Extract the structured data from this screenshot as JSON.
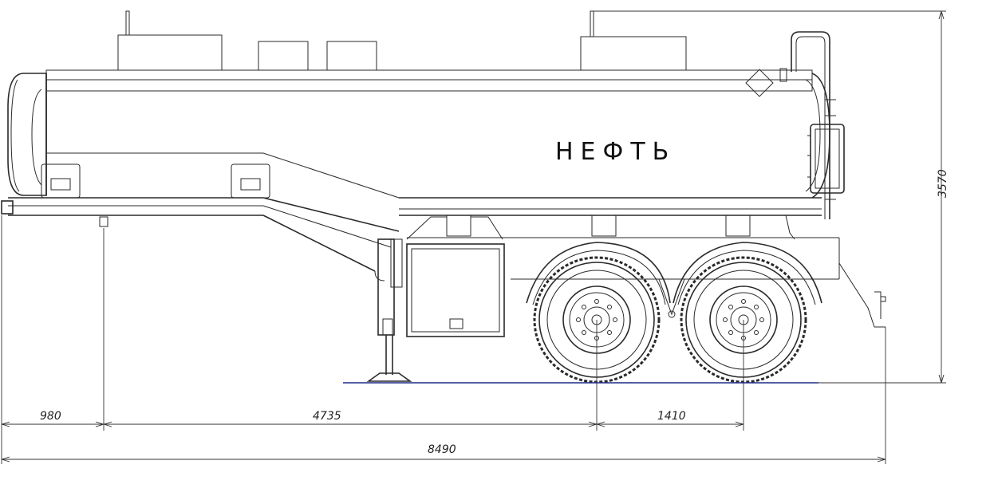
{
  "tank_label": "НЕФТЬ",
  "dimensions": {
    "front_overhang": "980",
    "kingpin_to_axle": "4735",
    "axle_spacing": "1410",
    "overall_length": "8490",
    "overall_height": "3570"
  }
}
